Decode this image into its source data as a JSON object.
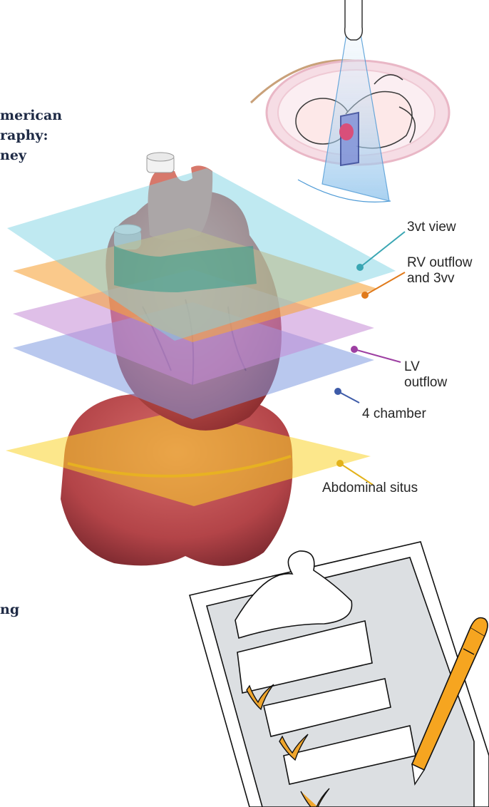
{
  "title_fragments": [
    "merican",
    "raphy:",
    "ney",
    "ng"
  ],
  "plane_labels": [
    {
      "lines": [
        "3vt view"
      ],
      "color": "#3aa6b3"
    },
    {
      "lines": [
        "RV outflow",
        "and 3vv"
      ],
      "color": "#e07a1b"
    },
    {
      "lines": [
        "LV",
        "outflow"
      ],
      "color": "#9d3fa2"
    },
    {
      "lines": [
        "4 chamber"
      ],
      "color": "#3e5ba8"
    },
    {
      "lines": [
        "Abdominal situs"
      ],
      "color": "#e3b21b"
    }
  ],
  "colors": {
    "plane_3vt": "#7fd3e3",
    "plane_rv": "#f6a53d",
    "plane_lv": "#c48bd6",
    "plane_4ch": "#7f9be0",
    "plane_abd": "#f9d42c",
    "heart_red": "#c95a52",
    "checkmark": "#f0a62d",
    "pen": "#f6a520"
  },
  "icons": [
    "fetus-ultrasound-icon",
    "heart-planes-illustration",
    "clipboard-checklist-icon",
    "pen-icon"
  ]
}
